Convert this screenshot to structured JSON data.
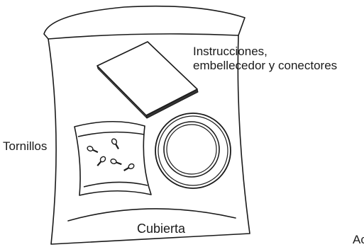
{
  "labels": {
    "instructions_line1": "Instrucciones,",
    "instructions_line2": "embellecedor y conectores",
    "screws": "Tornillos",
    "cover": "Cubierta",
    "partial_cut": "Ac"
  },
  "colors": {
    "line": "#1a1a1a",
    "background": "#ffffff"
  }
}
